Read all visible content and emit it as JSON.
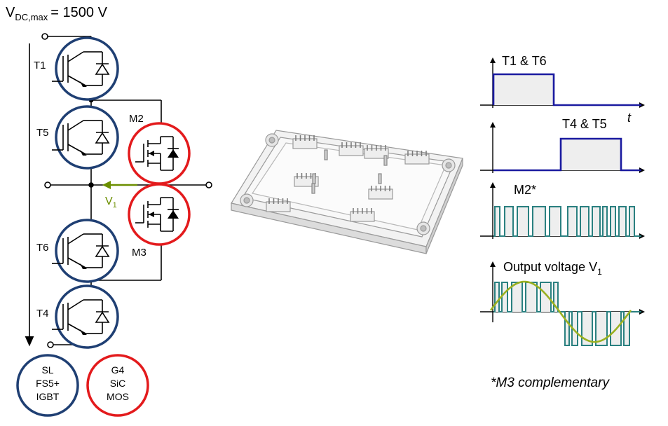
{
  "header": {
    "vdc_main": "V",
    "vdc_sub": "DC,max",
    "vdc_value": "= 1500 V"
  },
  "circuit": {
    "devices": [
      "T1",
      "T5",
      "T6",
      "T4"
    ],
    "mosfets": [
      "M2",
      "M3"
    ],
    "output_node": "V",
    "output_sub": "1",
    "colors": {
      "igbt_ring": "#1f3f73",
      "mos_ring": "#e31a1c",
      "output_arrow": "#6b8f00"
    }
  },
  "legend": {
    "igbt_lines": [
      "SL",
      "FS5+",
      "IGBT"
    ],
    "mos_lines": [
      "G4",
      "SiC",
      "MOS"
    ]
  },
  "waveforms": {
    "t1t6_label": "T1 & T6",
    "t4t5_label": "T4 & T5",
    "time_label": "t",
    "m2_label": "M2*",
    "output_label": "Output voltage V",
    "output_sub": "1",
    "colors": {
      "gate": "#1a1aa0",
      "pwm": "#2a8080",
      "sine": "#9ab020",
      "fill": "#eeeeee"
    }
  },
  "footnote": "*M3 complementary"
}
